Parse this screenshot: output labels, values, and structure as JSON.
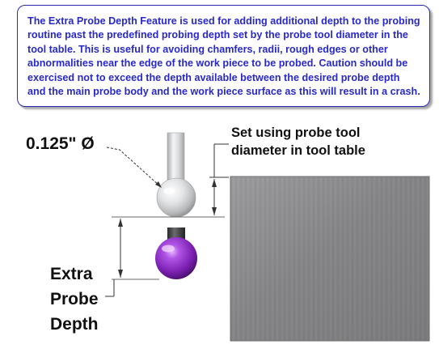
{
  "note": {
    "lines": [
      "The Extra Probe Depth Feature is used for adding additional depth to the probing",
      "routine past the predefined probing depth set by the probe tool diameter in the",
      "tool table.  This is useful for avoiding chamfers, radii, rough edges or other",
      "abnormalities near the edge of the work piece to be probed.  Caution should be",
      "exercised not to exceed the depth available between the desired probe depth",
      "and the main probe body and the work piece surface as this will result in a crash."
    ]
  },
  "labels": {
    "probe_diameter": "0.125\" Ø",
    "setting_lines": [
      "Set using probe tool",
      "diameter in tool table"
    ],
    "extra_depth_lines": [
      "Extra",
      "Probe",
      "Depth"
    ]
  },
  "colors": {
    "note_text": "#2929c9",
    "note_border": "#2a2ab8",
    "workpiece": "#8a8a8c",
    "probe_tip_active": "#8a2bbf",
    "probe_tip_reference": "#e2e4e6"
  }
}
